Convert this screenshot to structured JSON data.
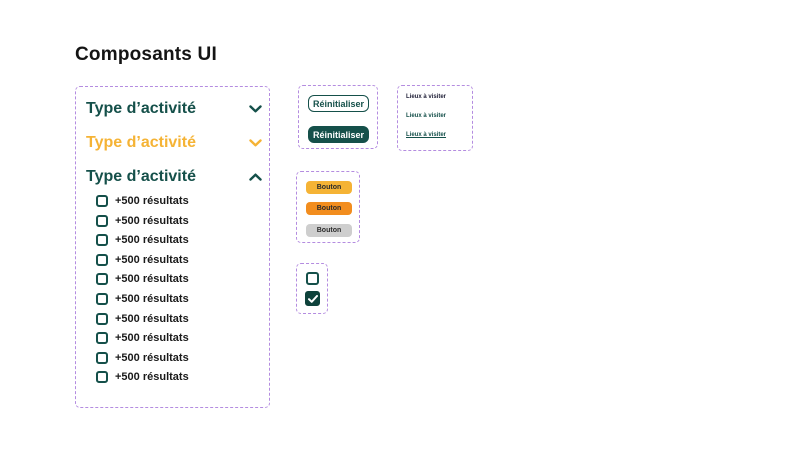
{
  "page": {
    "title": "Composants UI"
  },
  "colors": {
    "teal": "#15504a",
    "teal_dark": "#0e423b",
    "amber": "#f5b335",
    "orange": "#f28d1e",
    "gray": "#cecece",
    "purple": "#b48ce0",
    "ink": "#141414"
  },
  "accordion_panel": {
    "headers": [
      {
        "label": "Type d’activité",
        "chevron": "down",
        "color": "#15504a"
      },
      {
        "label": "Type d’activité",
        "chevron": "down",
        "color": "#f5b335"
      },
      {
        "label": "Type d’activité",
        "chevron": "up",
        "color": "#15504a"
      }
    ],
    "checkbox_list": {
      "label": "+500 résultats",
      "count": 10,
      "checked": false
    }
  },
  "reset_panel": {
    "buttons": [
      {
        "label": "Réinitialiser",
        "variant": "outline"
      },
      {
        "label": "Réinitialiser",
        "variant": "filled"
      }
    ]
  },
  "links_panel": {
    "items": [
      {
        "label": "Lieux à visiter",
        "state": "default"
      },
      {
        "label": "Lieux à visiter",
        "state": "hover"
      },
      {
        "label": "Lieux à visiter",
        "state": "active"
      }
    ]
  },
  "button_panel": {
    "buttons": [
      {
        "label": "Bouton",
        "variant": "yellow"
      },
      {
        "label": "Bouton",
        "variant": "orange"
      },
      {
        "label": "Bouton",
        "variant": "gray"
      }
    ]
  },
  "checkbox_panel": {
    "states": [
      "unchecked",
      "checked"
    ]
  }
}
